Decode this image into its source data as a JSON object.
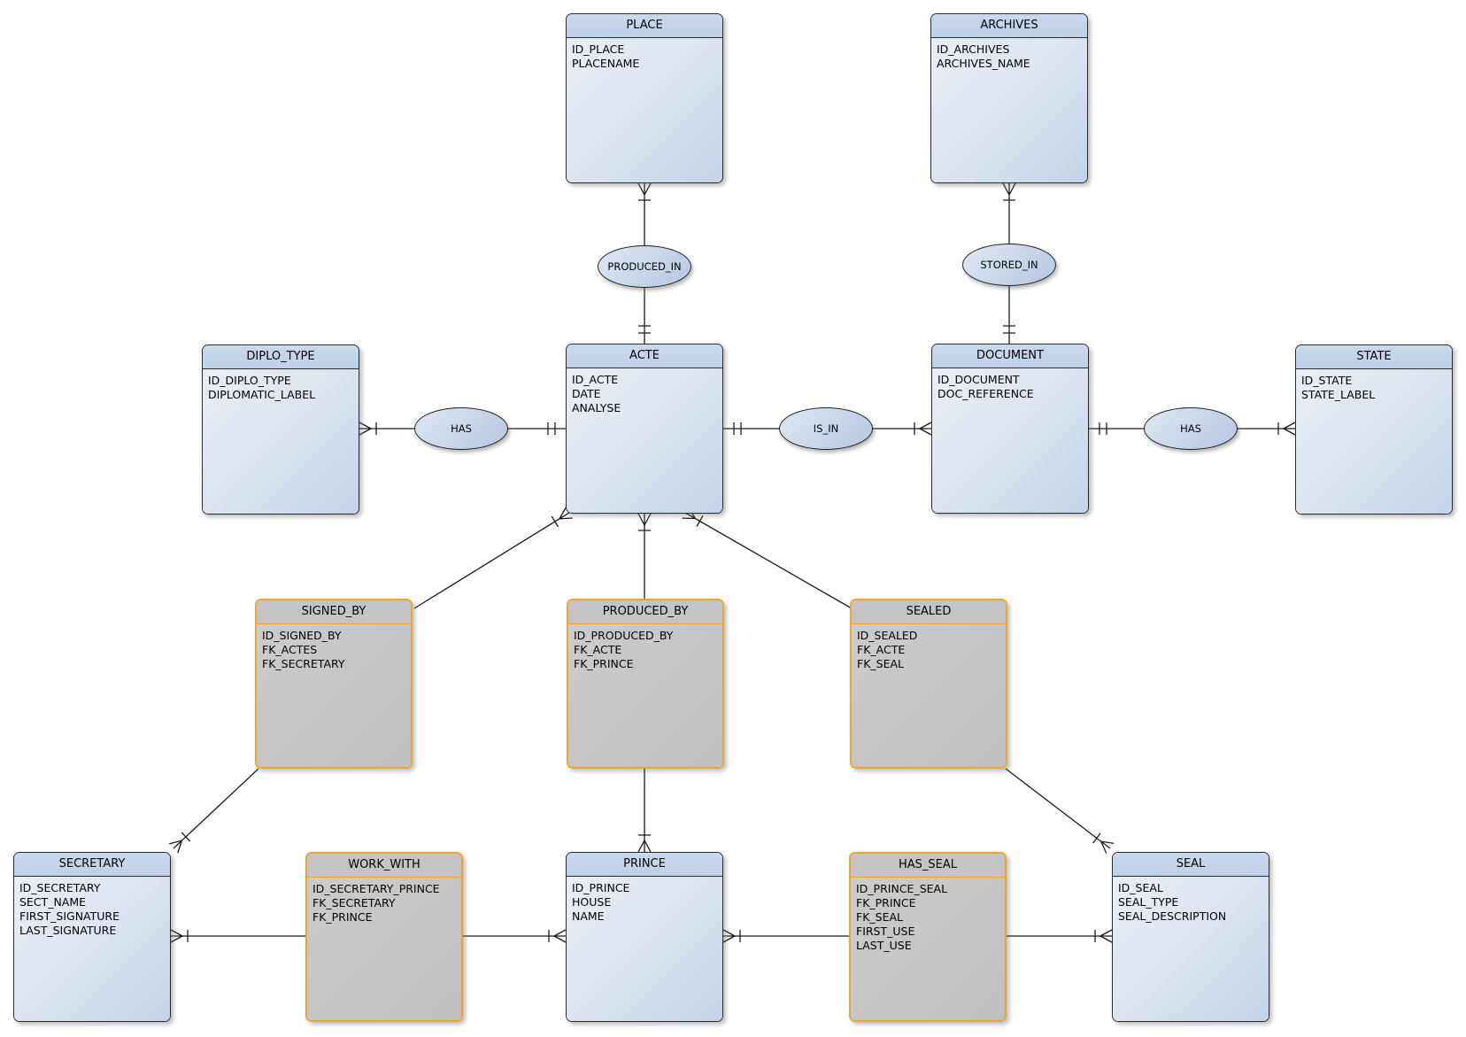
{
  "diagram": {
    "kind": "entity-relationship-diagram",
    "background": "#ffffff"
  },
  "colors": {
    "entity_header": "#bed1e8",
    "entity_body_light": "#eaeef5",
    "entity_body_dark": "#c3d3e9",
    "association_fill": "#c4c4c4",
    "association_border": "#f0a22e",
    "entity_border": "#2b2b2b",
    "line": "#1c1c1c"
  },
  "entities": [
    {
      "id": "place",
      "name": "PLACE",
      "kind": "entity",
      "attributes": [
        "ID_PLACE",
        "PLACENAME"
      ]
    },
    {
      "id": "archives",
      "name": "ARCHIVES",
      "kind": "entity",
      "attributes": [
        "ID_ARCHIVES",
        "ARCHIVES_NAME"
      ]
    },
    {
      "id": "diplo_type",
      "name": "DIPLO_TYPE",
      "kind": "entity",
      "attributes": [
        "ID_DIPLO_TYPE",
        "DIPLOMATIC_LABEL"
      ]
    },
    {
      "id": "acte",
      "name": "ACTE",
      "kind": "entity",
      "attributes": [
        "ID_ACTE",
        "DATE",
        "ANALYSE"
      ]
    },
    {
      "id": "document",
      "name": "DOCUMENT",
      "kind": "entity",
      "attributes": [
        "ID_DOCUMENT",
        "DOC_REFERENCE"
      ]
    },
    {
      "id": "state",
      "name": "STATE",
      "kind": "entity",
      "attributes": [
        "ID_STATE",
        "STATE_LABEL"
      ]
    },
    {
      "id": "signed_by",
      "name": "SIGNED_BY",
      "kind": "association",
      "attributes": [
        "ID_SIGNED_BY",
        "FK_ACTES",
        "FK_SECRETARY"
      ]
    },
    {
      "id": "produced_by",
      "name": "PRODUCED_BY",
      "kind": "association",
      "attributes": [
        "ID_PRODUCED_BY",
        "FK_ACTE",
        "FK_PRINCE"
      ]
    },
    {
      "id": "sealed",
      "name": "SEALED",
      "kind": "association",
      "attributes": [
        "ID_SEALED",
        "FK_ACTE",
        "FK_SEAL"
      ]
    },
    {
      "id": "secretary",
      "name": "SECRETARY",
      "kind": "entity",
      "attributes": [
        "ID_SECRETARY",
        "SECT_NAME",
        "FIRST_SIGNATURE",
        "LAST_SIGNATURE"
      ]
    },
    {
      "id": "work_with",
      "name": "WORK_WITH",
      "kind": "association",
      "attributes": [
        "ID_SECRETARY_PRINCE",
        "FK_SECRETARY",
        "FK_PRINCE"
      ]
    },
    {
      "id": "prince",
      "name": "PRINCE",
      "kind": "entity",
      "attributes": [
        "ID_PRINCE",
        "HOUSE",
        "NAME"
      ]
    },
    {
      "id": "has_seal",
      "name": "HAS_SEAL",
      "kind": "association",
      "attributes": [
        "ID_PRINCE_SEAL",
        "FK_PRINCE",
        "FK_SEAL",
        "FIRST_USE",
        "LAST_USE"
      ]
    },
    {
      "id": "seal",
      "name": "SEAL",
      "kind": "entity",
      "attributes": [
        "ID_SEAL",
        "SEAL_TYPE",
        "SEAL_DESCRIPTION"
      ]
    }
  ],
  "relationships": [
    {
      "id": "produced_in",
      "label": "PRODUCED_IN",
      "between": [
        "PLACE",
        "ACTE"
      ],
      "markers": {
        "PLACE": "crow+bar",
        "ACTE": "double-bar"
      }
    },
    {
      "id": "stored_in",
      "label": "STORED_IN",
      "between": [
        "ARCHIVES",
        "DOCUMENT"
      ],
      "markers": {
        "ARCHIVES": "crow+bar",
        "DOCUMENT": "double-bar"
      }
    },
    {
      "id": "has_diplo",
      "label": "HAS",
      "between": [
        "DIPLO_TYPE",
        "ACTE"
      ],
      "markers": {
        "DIPLO_TYPE": "crow+bar",
        "ACTE": "double-bar"
      }
    },
    {
      "id": "is_in",
      "label": "IS_IN",
      "between": [
        "ACTE",
        "DOCUMENT"
      ],
      "markers": {
        "ACTE": "double-bar",
        "DOCUMENT": "crow+bar"
      }
    },
    {
      "id": "has_state",
      "label": "HAS",
      "between": [
        "DOCUMENT",
        "STATE"
      ],
      "markers": {
        "DOCUMENT": "double-bar",
        "STATE": "crow+bar"
      }
    }
  ],
  "association_links": [
    {
      "from": "ACTE",
      "to": "SIGNED_BY",
      "marker_at": "ACTE",
      "marker": "crow+bar"
    },
    {
      "from": "ACTE",
      "to": "PRODUCED_BY",
      "marker_at": "ACTE",
      "marker": "crow+bar"
    },
    {
      "from": "ACTE",
      "to": "SEALED",
      "marker_at": "ACTE",
      "marker": "crow+bar"
    },
    {
      "from": "SIGNED_BY",
      "to": "SECRETARY",
      "marker_at": "SECRETARY",
      "marker": "crow+bar"
    },
    {
      "from": "PRODUCED_BY",
      "to": "PRINCE",
      "marker_at": "PRINCE",
      "marker": "crow+bar"
    },
    {
      "from": "SEALED",
      "to": "SEAL",
      "marker_at": "SEAL",
      "marker": "crow+bar"
    },
    {
      "from": "SECRETARY",
      "to": "WORK_WITH",
      "marker_at": "SECRETARY",
      "marker": "crow+bar"
    },
    {
      "from": "WORK_WITH",
      "to": "PRINCE",
      "marker_at": "PRINCE",
      "marker": "crow+bar"
    },
    {
      "from": "PRINCE",
      "to": "HAS_SEAL",
      "marker_at": "PRINCE",
      "marker": "crow+bar"
    },
    {
      "from": "HAS_SEAL",
      "to": "SEAL",
      "marker_at": "SEAL",
      "marker": "crow+bar"
    }
  ]
}
